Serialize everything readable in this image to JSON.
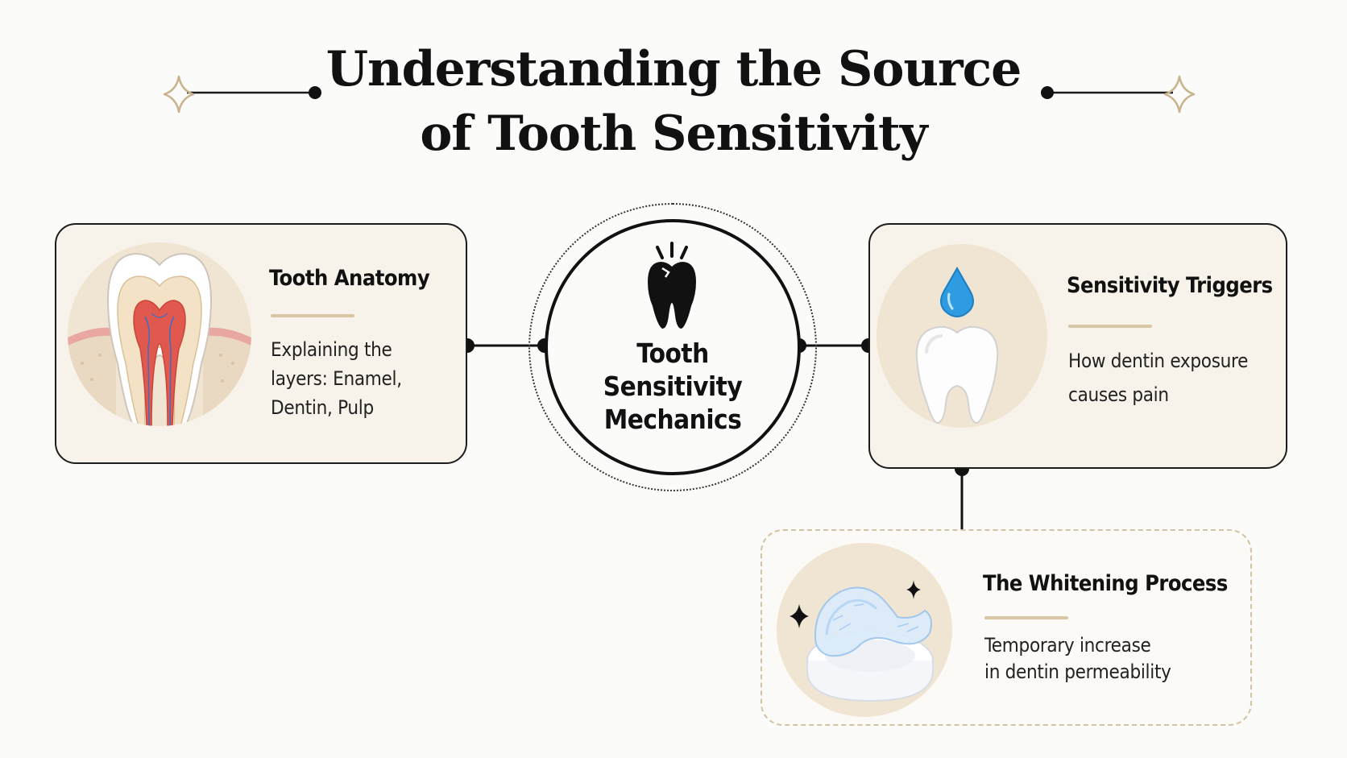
{
  "title": {
    "line1": "Understanding the Source",
    "line2": "of Tooth Sensitivity"
  },
  "center": {
    "line1": "Tooth",
    "line2": "Sensitivity",
    "line3": "Mechanics",
    "icon": "sensitive-tooth-icon"
  },
  "cards": {
    "anatomy": {
      "title": "Tooth Anatomy",
      "body": [
        "Explaining the",
        "layers: Enamel,",
        "Dentin, Pulp"
      ],
      "icon": "tooth-cross-section-illustration"
    },
    "triggers": {
      "title": "Sensitivity Triggers",
      "body": [
        "How dentin exposure",
        "causes pain"
      ],
      "icon": "tooth-water-drop-illustration"
    },
    "whitening": {
      "title": "The Whitening Process",
      "body": [
        "Temporary increase",
        "in dentin permeability"
      ],
      "icon": "whitening-tray-illustration"
    }
  },
  "colors": {
    "accent": "#d8c6a4",
    "card_background": "#f8f3ea",
    "illustration_circle": "#f0e5d2",
    "outline": "#1c1c1c",
    "pulp": "#e0584e",
    "water_drop": "#2f9be0"
  }
}
